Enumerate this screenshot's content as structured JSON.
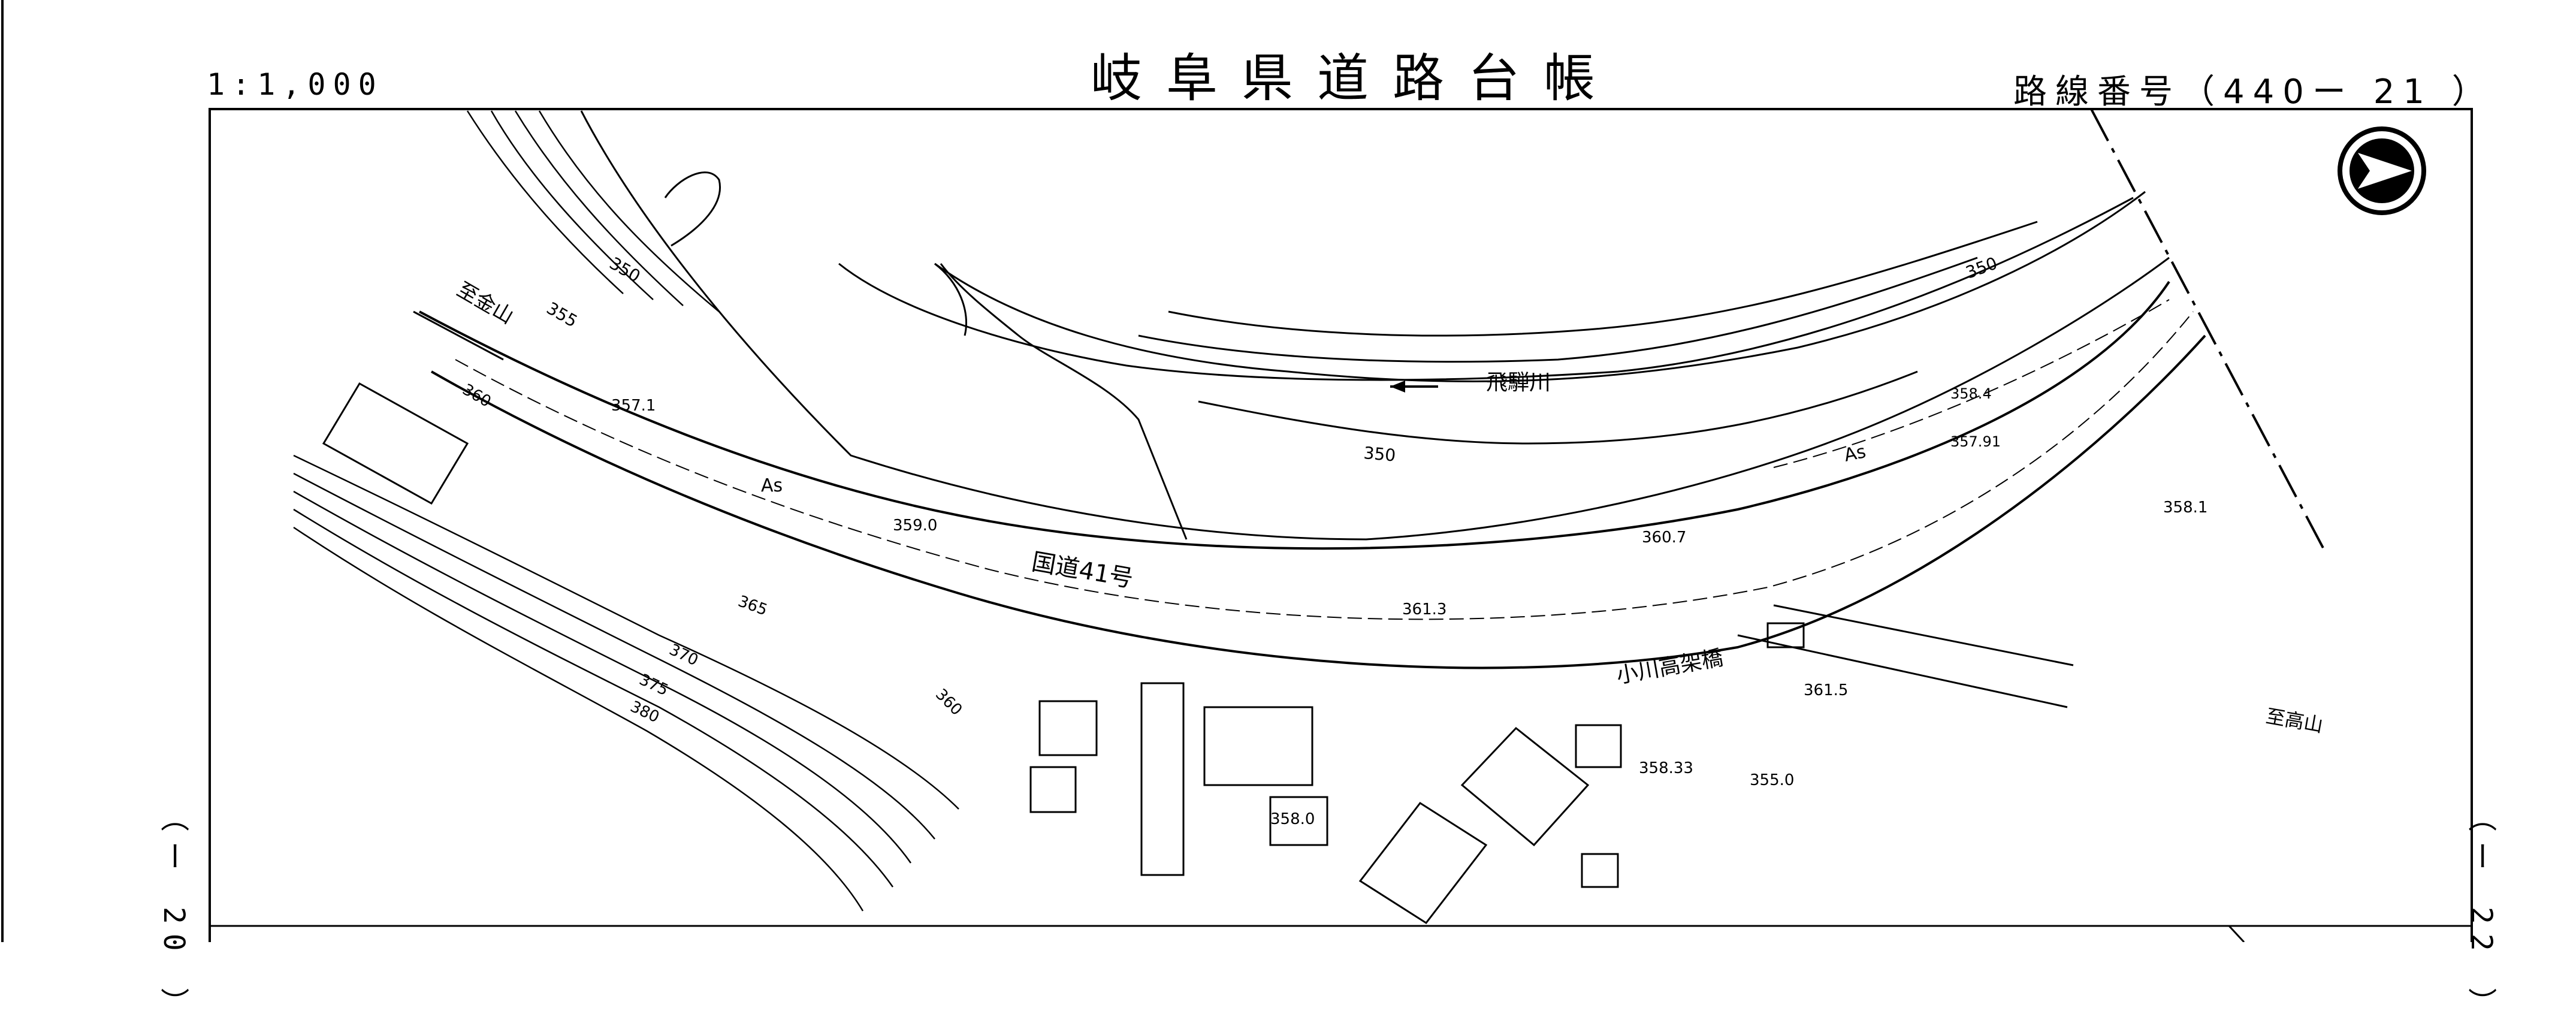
{
  "header": {
    "scale": "1:1,000",
    "title": "岐阜県道路台帳",
    "route_number": "路線番号（440ー 21 ）"
  },
  "margins": {
    "left_sheet_ref": "（ー 20 ）",
    "right_sheet_ref": "（ー 22 ）"
  },
  "map_labels": {
    "to_kanayama": "至金山",
    "to_takayama": "至高山",
    "river": "飛騨川",
    "road": "国道41号",
    "bridge": "小川高架橋",
    "as_left": "As",
    "as_right": "As",
    "elev_357_1": "357.1",
    "elev_359_0": "359.0",
    "elev_361_3": "361.3",
    "elev_360_7": "360.7",
    "elev_358_4": "358.4",
    "elev_357_91": "357.91",
    "elev_358_1": "358.1",
    "elev_361_5": "361.5",
    "elev_358_33": "358.33",
    "elev_355_0": "355.0",
    "elev_358_0": "358.0",
    "contour_350_a": "350",
    "contour_355": "355",
    "contour_360": "360",
    "contour_365": "365",
    "contour_370": "370",
    "contour_375": "375",
    "contour_380": "380",
    "contour_350_b": "350",
    "contour_350_c": "350",
    "contour_360_b": "360"
  },
  "icons": {
    "north_arrow": "north-arrow-icon"
  }
}
